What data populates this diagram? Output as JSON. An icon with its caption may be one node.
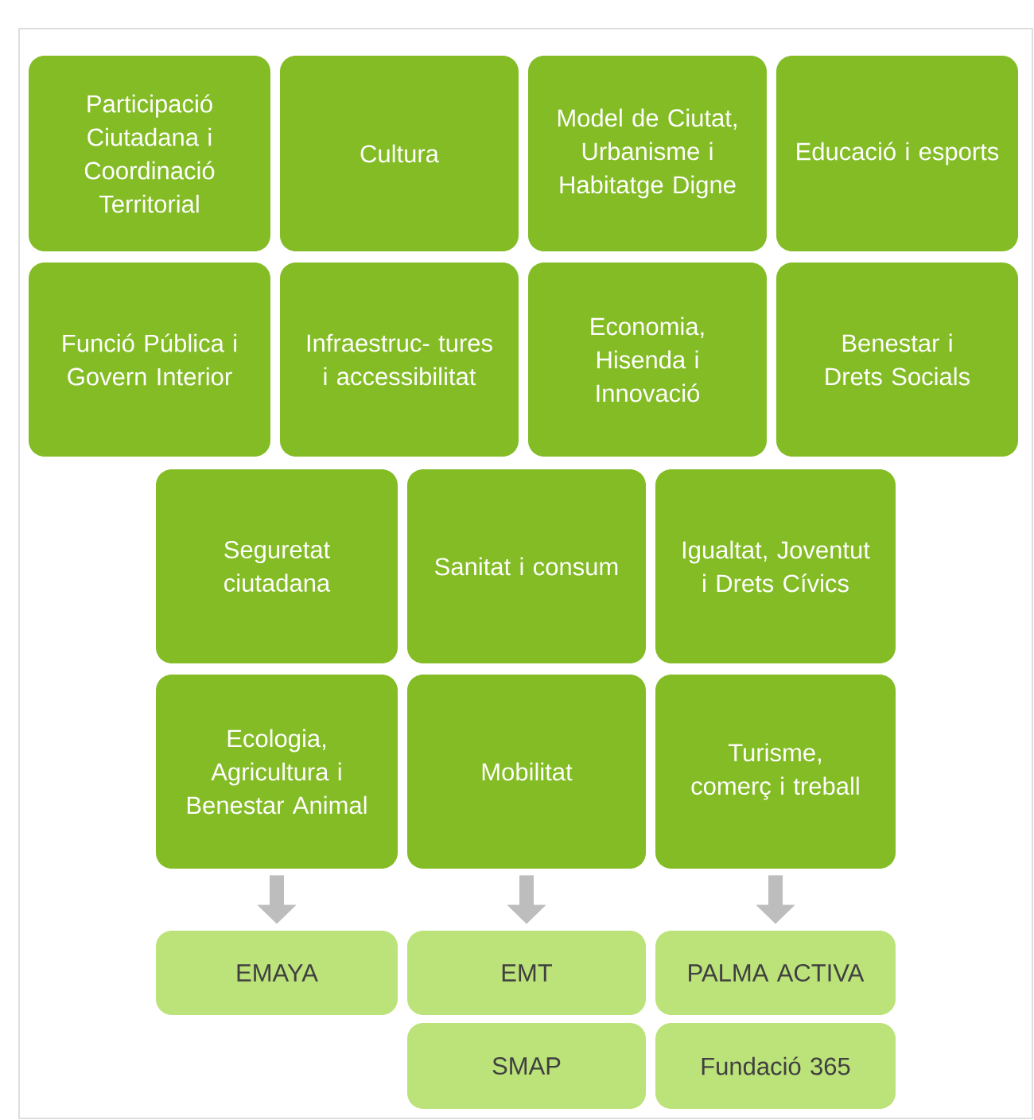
{
  "diagram": {
    "nodes": [
      {
        "text": [
          "Participació Ciutadana i Coordinació Territorial"
        ]
      },
      {
        "text": [
          "Cultura"
        ]
      },
      {
        "text": [
          "Model de Ciutat, Urbanisme i Habitatge Digne"
        ]
      },
      {
        "text": [
          "Educació i esports"
        ]
      },
      {
        "text": [
          "Funció Pública i Govern Interior"
        ]
      },
      {
        "text": [
          "Infraestruc- tures i accessibilitat"
        ]
      },
      {
        "text": [
          "Economia, Hisenda i Innovació"
        ]
      },
      {
        "text": [
          "Benestar i Drets Socials"
        ]
      },
      {
        "text": [
          "Seguretat ciutadana"
        ]
      },
      {
        "text": [
          "Sanitat i consum"
        ]
      },
      {
        "text": [
          "Igualtat, Joventut i Drets Cívics"
        ]
      },
      {
        "text": [
          "Ecologia, Agricultura i Benestar Animal"
        ]
      },
      {
        "text": [
          "Mobilitat"
        ]
      },
      {
        "text": [
          "Turisme, comerç i treball"
        ]
      },
      {
        "text": [
          "EMAYA"
        ]
      },
      {
        "text": [
          "EMT"
        ]
      },
      {
        "text": [
          "PALMA ACTIVA"
        ]
      },
      {
        "text": [
          "SMAP"
        ]
      },
      {
        "text": [
          "Fundació 365"
        ]
      }
    ],
    "edges": [
      {
        "from": 11,
        "to": 14,
        "arrow": "to"
      },
      {
        "from": 12,
        "to": 15,
        "arrow": "to"
      },
      {
        "from": 13,
        "to": 16,
        "arrow": "to"
      }
    ]
  }
}
